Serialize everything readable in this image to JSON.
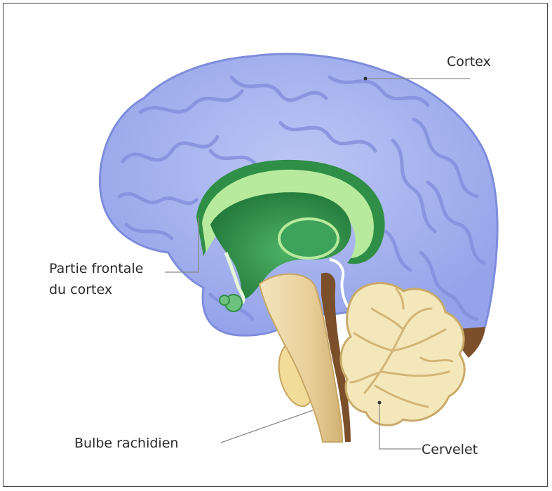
{
  "labels": {
    "cortex": "Cortex",
    "frontal_line1": "Partie frontale",
    "frontal_line2": "du cortex",
    "bulbe": "Bulbe rachidien",
    "cervelet": "Cervelet"
  },
  "colors": {
    "cortex_fill": "#a7b4ef",
    "cortex_stroke": "#7d8ddc",
    "limbic_dark": "#2c8a45",
    "limbic_light": "#b6e99a",
    "brainstem": "#e9d3a4",
    "cerebellum": "#f3e6b7",
    "leader_line": "#8a8a8a"
  }
}
